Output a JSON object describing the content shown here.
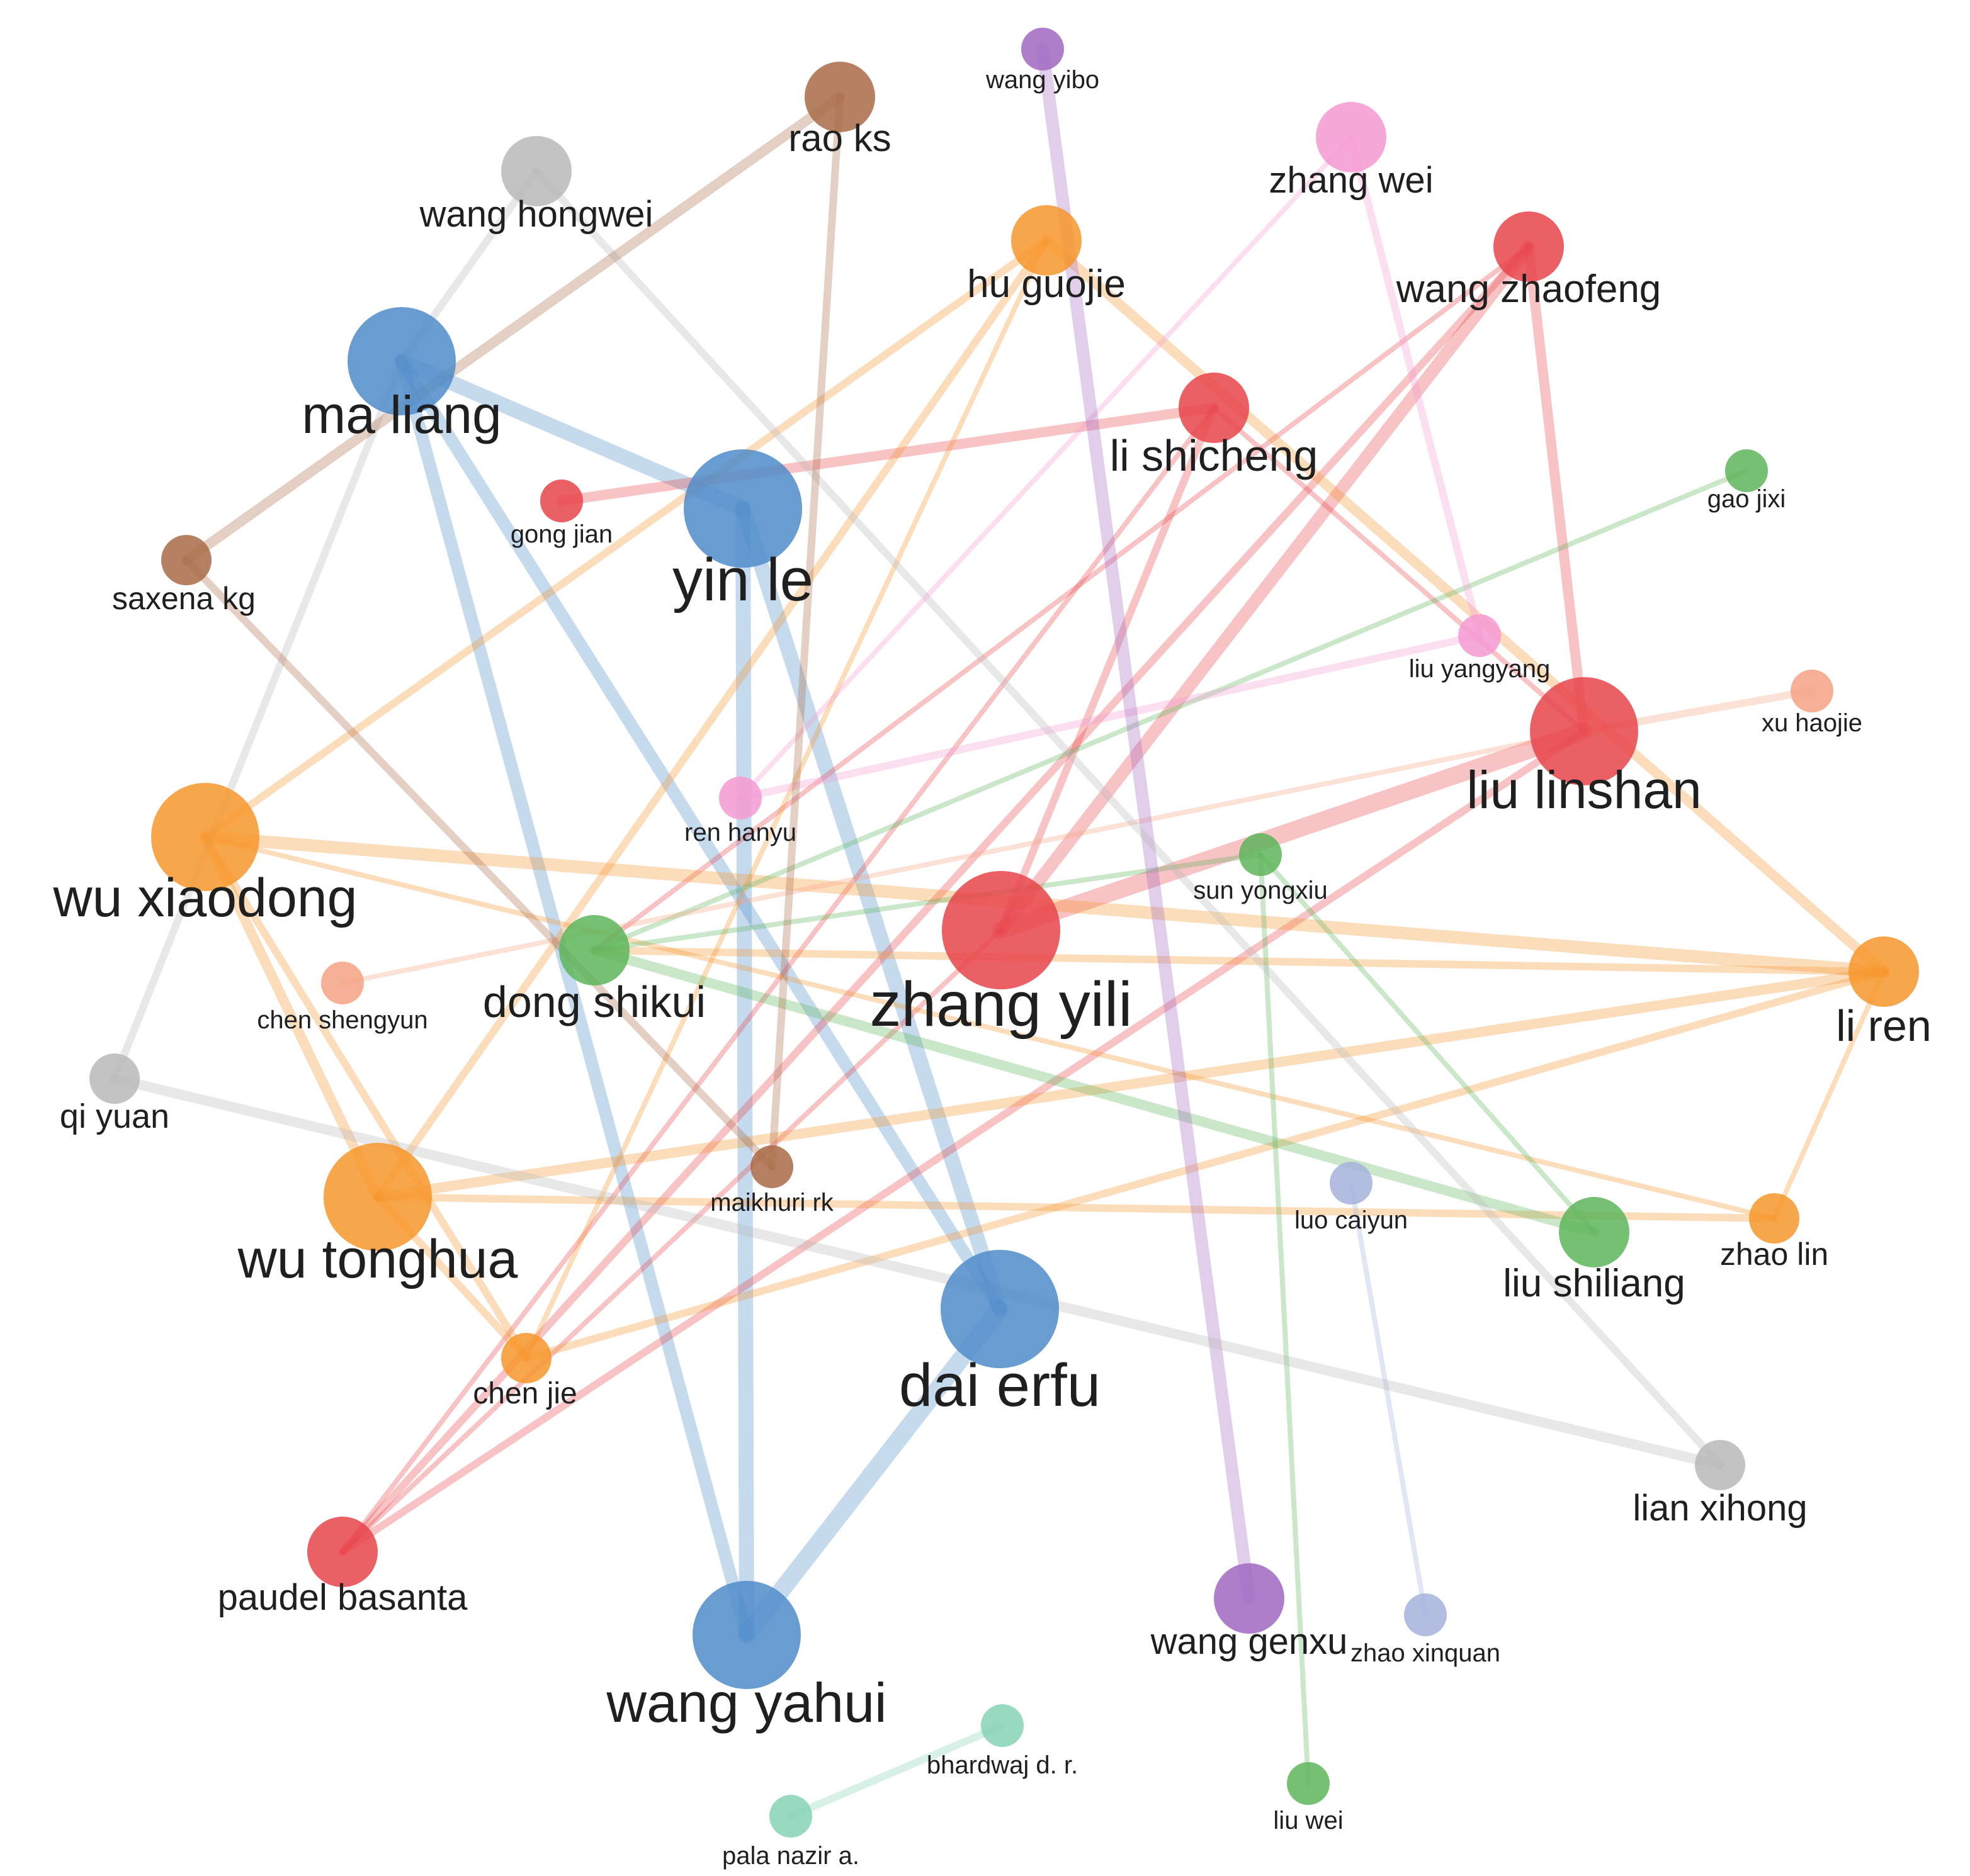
{
  "colors": {
    "blue": "#4f8cc9",
    "red": "#e8444a",
    "orange": "#f7962b",
    "green": "#5db55a",
    "gray": "#b9b9b9",
    "brown": "#a86b47",
    "pink": "#f49ad2",
    "purple": "#a167c1",
    "salmon": "#f5a283",
    "lavender": "#a4b1dc",
    "teal": "#85d3b5"
  },
  "nodes": [
    {
      "id": "zhang_yili",
      "label": "zhang yili",
      "group": "red",
      "size": 5
    },
    {
      "id": "dai_erfu",
      "label": "dai erfu",
      "group": "blue",
      "size": 5
    },
    {
      "id": "yin_le",
      "label": "yin le",
      "group": "blue",
      "size": 5
    },
    {
      "id": "wang_yahui",
      "label": "wang yahui",
      "group": "blue",
      "size": 4
    },
    {
      "id": "ma_liang",
      "label": "ma liang",
      "group": "blue",
      "size": 4
    },
    {
      "id": "wu_xiaodong",
      "label": "wu xiaodong",
      "group": "orange",
      "size": 4
    },
    {
      "id": "wu_tonghua",
      "label": "wu tonghua",
      "group": "orange",
      "size": 4
    },
    {
      "id": "liu_linshan",
      "label": "liu linshan",
      "group": "red",
      "size": 4
    },
    {
      "id": "li_ren",
      "label": "li ren",
      "group": "orange",
      "size": 3
    },
    {
      "id": "li_shicheng",
      "label": "li shicheng",
      "group": "red",
      "size": 3
    },
    {
      "id": "wang_zhaofeng",
      "label": "wang zhaofeng",
      "group": "red",
      "size": 3
    },
    {
      "id": "dong_shikui",
      "label": "dong shikui",
      "group": "green",
      "size": 3
    },
    {
      "id": "liu_shiliang",
      "label": "liu shiliang",
      "group": "green",
      "size": 3
    },
    {
      "id": "hu_guojie",
      "label": "hu guojie",
      "group": "orange",
      "size": 3
    },
    {
      "id": "zhang_wei",
      "label": "zhang wei",
      "group": "pink",
      "size": 3
    },
    {
      "id": "rao_ks",
      "label": "rao ks",
      "group": "brown",
      "size": 3
    },
    {
      "id": "wang_hongwei",
      "label": "wang hongwei",
      "group": "gray",
      "size": 3
    },
    {
      "id": "saxena_kg",
      "label": "saxena kg",
      "group": "brown",
      "size": 2
    },
    {
      "id": "qi_yuan",
      "label": "qi yuan",
      "group": "gray",
      "size": 2
    },
    {
      "id": "chen_jie",
      "label": "chen jie",
      "group": "orange",
      "size": 2
    },
    {
      "id": "paudel_basanta",
      "label": "paudel basanta",
      "group": "red",
      "size": 3
    },
    {
      "id": "lian_xihong",
      "label": "lian xihong",
      "group": "gray",
      "size": 2
    },
    {
      "id": "wang_genxu",
      "label": "wang genxu",
      "group": "purple",
      "size": 3
    },
    {
      "id": "zhao_lin",
      "label": "zhao lin",
      "group": "orange",
      "size": 2
    },
    {
      "id": "wang_yibo",
      "label": "wang yibo",
      "group": "purple",
      "size": 1
    },
    {
      "id": "gong_jian",
      "label": "gong jian",
      "group": "red",
      "size": 1
    },
    {
      "id": "gao_jixi",
      "label": "gao jixi",
      "group": "green",
      "size": 1
    },
    {
      "id": "liu_yangyang",
      "label": "liu yangyang",
      "group": "pink",
      "size": 1
    },
    {
      "id": "xu_haojie",
      "label": "xu haojie",
      "group": "salmon",
      "size": 1
    },
    {
      "id": "ren_hanyu",
      "label": "ren hanyu",
      "group": "pink",
      "size": 1
    },
    {
      "id": "sun_yongxiu",
      "label": "sun yongxiu",
      "group": "green",
      "size": 1
    },
    {
      "id": "chen_shengyun",
      "label": "chen shengyun",
      "group": "salmon",
      "size": 1
    },
    {
      "id": "maikhuri_rk",
      "label": "maikhuri rk",
      "group": "brown",
      "size": 1
    },
    {
      "id": "luo_caiyun",
      "label": "luo caiyun",
      "group": "lavender",
      "size": 1
    },
    {
      "id": "zhao_xinquan",
      "label": "zhao xinquan",
      "group": "lavender",
      "size": 1
    },
    {
      "id": "liu_wei",
      "label": "liu wei",
      "group": "green",
      "size": 1
    },
    {
      "id": "bhardwaj_dr",
      "label": "bhardwaj d. r.",
      "group": "teal",
      "size": 1
    },
    {
      "id": "pala_nazir_a",
      "label": "pala nazir a.",
      "group": "teal",
      "size": 1
    }
  ],
  "edges": [
    {
      "source": "ma_liang",
      "target": "yin_le",
      "weight": 5,
      "group": "blue"
    },
    {
      "source": "ma_liang",
      "target": "dai_erfu",
      "weight": 4,
      "group": "blue"
    },
    {
      "source": "ma_liang",
      "target": "wang_yahui",
      "weight": 4,
      "group": "blue"
    },
    {
      "source": "yin_le",
      "target": "wang_yahui",
      "weight": 5,
      "group": "blue"
    },
    {
      "source": "yin_le",
      "target": "dai_erfu",
      "weight": 5,
      "group": "blue"
    },
    {
      "source": "dai_erfu",
      "target": "wang_yahui",
      "weight": 6,
      "group": "blue"
    },
    {
      "source": "zhang_yili",
      "target": "liu_linshan",
      "weight": 6,
      "group": "red"
    },
    {
      "source": "zhang_yili",
      "target": "wang_zhaofeng",
      "weight": 4,
      "group": "red"
    },
    {
      "source": "zhang_yili",
      "target": "li_shicheng",
      "weight": 2,
      "group": "red"
    },
    {
      "source": "wang_zhaofeng",
      "target": "liu_linshan",
      "weight": 3,
      "group": "red"
    },
    {
      "source": "wang_zhaofeng",
      "target": "paudel_basanta",
      "weight": 2,
      "group": "red"
    },
    {
      "source": "liu_linshan",
      "target": "paudel_basanta",
      "weight": 2,
      "group": "red"
    },
    {
      "source": "li_shicheng",
      "target": "gong_jian",
      "weight": 3,
      "group": "red"
    },
    {
      "source": "li_shicheng",
      "target": "liu_linshan",
      "weight": 1,
      "group": "red"
    },
    {
      "source": "li_shicheng",
      "target": "paudel_basanta",
      "weight": 1,
      "group": "red"
    },
    {
      "source": "wang_zhaofeng",
      "target": "dong_shikui",
      "weight": 1,
      "group": "red"
    },
    {
      "source": "zhang_yili",
      "target": "paudel_basanta",
      "weight": 1,
      "group": "red"
    },
    {
      "source": "liu_linshan",
      "target": "xu_haojie",
      "weight": 2,
      "group": "salmon"
    },
    {
      "source": "wu_xiaodong",
      "target": "li_ren",
      "weight": 4,
      "group": "orange"
    },
    {
      "source": "wu_xiaodong",
      "target": "wu_tonghua",
      "weight": 3,
      "group": "orange"
    },
    {
      "source": "wu_xiaodong",
      "target": "hu_guojie",
      "weight": 2,
      "group": "orange"
    },
    {
      "source": "wu_xiaodong",
      "target": "chen_jie",
      "weight": 2,
      "group": "orange"
    },
    {
      "source": "wu_xiaodong",
      "target": "zhao_lin",
      "weight": 1,
      "group": "orange"
    },
    {
      "source": "wu_tonghua",
      "target": "li_ren",
      "weight": 3,
      "group": "orange"
    },
    {
      "source": "wu_tonghua",
      "target": "hu_guojie",
      "weight": 2,
      "group": "orange"
    },
    {
      "source": "wu_tonghua",
      "target": "zhao_lin",
      "weight": 2,
      "group": "orange"
    },
    {
      "source": "wu_tonghua",
      "target": "chen_jie",
      "weight": 2,
      "group": "orange"
    },
    {
      "source": "hu_guojie",
      "target": "li_ren",
      "weight": 3,
      "group": "orange"
    },
    {
      "source": "hu_guojie",
      "target": "chen_jie",
      "weight": 1,
      "group": "orange"
    },
    {
      "source": "chen_jie",
      "target": "li_ren",
      "weight": 2,
      "group": "orange"
    },
    {
      "source": "li_ren",
      "target": "zhao_lin",
      "weight": 1,
      "group": "orange"
    },
    {
      "source": "dong_shikui",
      "target": "li_ren",
      "weight": 2,
      "group": "orange"
    },
    {
      "source": "dong_shikui",
      "target": "liu_shiliang",
      "weight": 3,
      "group": "green"
    },
    {
      "source": "dong_shikui",
      "target": "gao_jixi",
      "weight": 1,
      "group": "green"
    },
    {
      "source": "dong_shikui",
      "target": "sun_yongxiu",
      "weight": 1,
      "group": "green"
    },
    {
      "source": "sun_yongxiu",
      "target": "liu_shiliang",
      "weight": 1,
      "group": "green"
    },
    {
      "source": "sun_yongxiu",
      "target": "liu_wei",
      "weight": 1,
      "group": "green"
    },
    {
      "source": "chen_shengyun",
      "target": "liu_linshan",
      "weight": 1,
      "group": "salmon"
    },
    {
      "source": "zhang_wei",
      "target": "liu_yangyang",
      "weight": 2,
      "group": "pink"
    },
    {
      "source": "zhang_wei",
      "target": "ren_hanyu",
      "weight": 1,
      "group": "pink"
    },
    {
      "source": "ren_hanyu",
      "target": "liu_yangyang",
      "weight": 2,
      "group": "pink"
    },
    {
      "source": "wang_yibo",
      "target": "wang_genxu",
      "weight": 4,
      "group": "purple"
    },
    {
      "source": "wang_hongwei",
      "target": "ma_liang",
      "weight": 2,
      "group": "gray"
    },
    {
      "source": "wang_hongwei",
      "target": "lian_xihong",
      "weight": 2,
      "group": "gray"
    },
    {
      "source": "ma_liang",
      "target": "qi_yuan",
      "weight": 2,
      "group": "gray"
    },
    {
      "source": "qi_yuan",
      "target": "lian_xihong",
      "weight": 3,
      "group": "gray"
    },
    {
      "source": "rao_ks",
      "target": "saxena_kg",
      "weight": 3,
      "group": "brown"
    },
    {
      "source": "rao_ks",
      "target": "maikhuri_rk",
      "weight": 2,
      "group": "brown"
    },
    {
      "source": "saxena_kg",
      "target": "maikhuri_rk",
      "weight": 2,
      "group": "brown"
    },
    {
      "source": "luo_caiyun",
      "target": "zhao_xinquan",
      "weight": 1,
      "group": "lavender"
    },
    {
      "source": "bhardwaj_dr",
      "target": "pala_nazir_a",
      "weight": 2,
      "group": "teal"
    }
  ]
}
